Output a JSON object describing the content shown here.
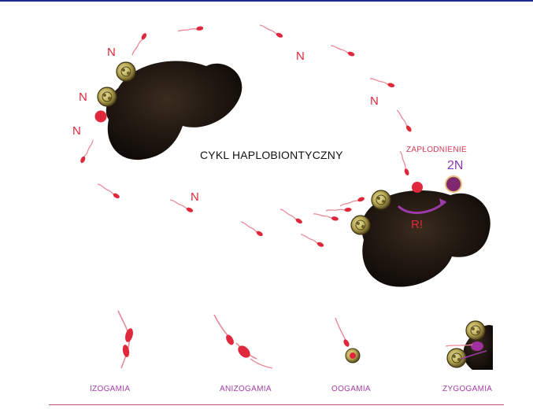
{
  "diagram": {
    "title": "CYKL HAPLOBIONTYCZNY",
    "haploid_marker": "N",
    "fertilization_label": "ZAPŁODNIENIE",
    "diploid_marker": "2N",
    "meiosis_marker": "R!",
    "gamete_types": [
      "IZOGAMIA",
      "ANIZOGAMIA",
      "OOGAMIA",
      "ZYGOGAMIA"
    ]
  },
  "colors": {
    "header_rule": "#1b2a8a",
    "footer_rule": "#c0506e",
    "haploid_red": "#e0283c",
    "diploid_purple": "#8a3ab0",
    "caption_magenta": "#a33fa6",
    "thallus_dark": "#1c140f"
  },
  "icons": [
    "thallus-blob",
    "cell-cyst-icon",
    "spermatozoid-icon",
    "egg-cell-icon",
    "zygote-icon"
  ]
}
